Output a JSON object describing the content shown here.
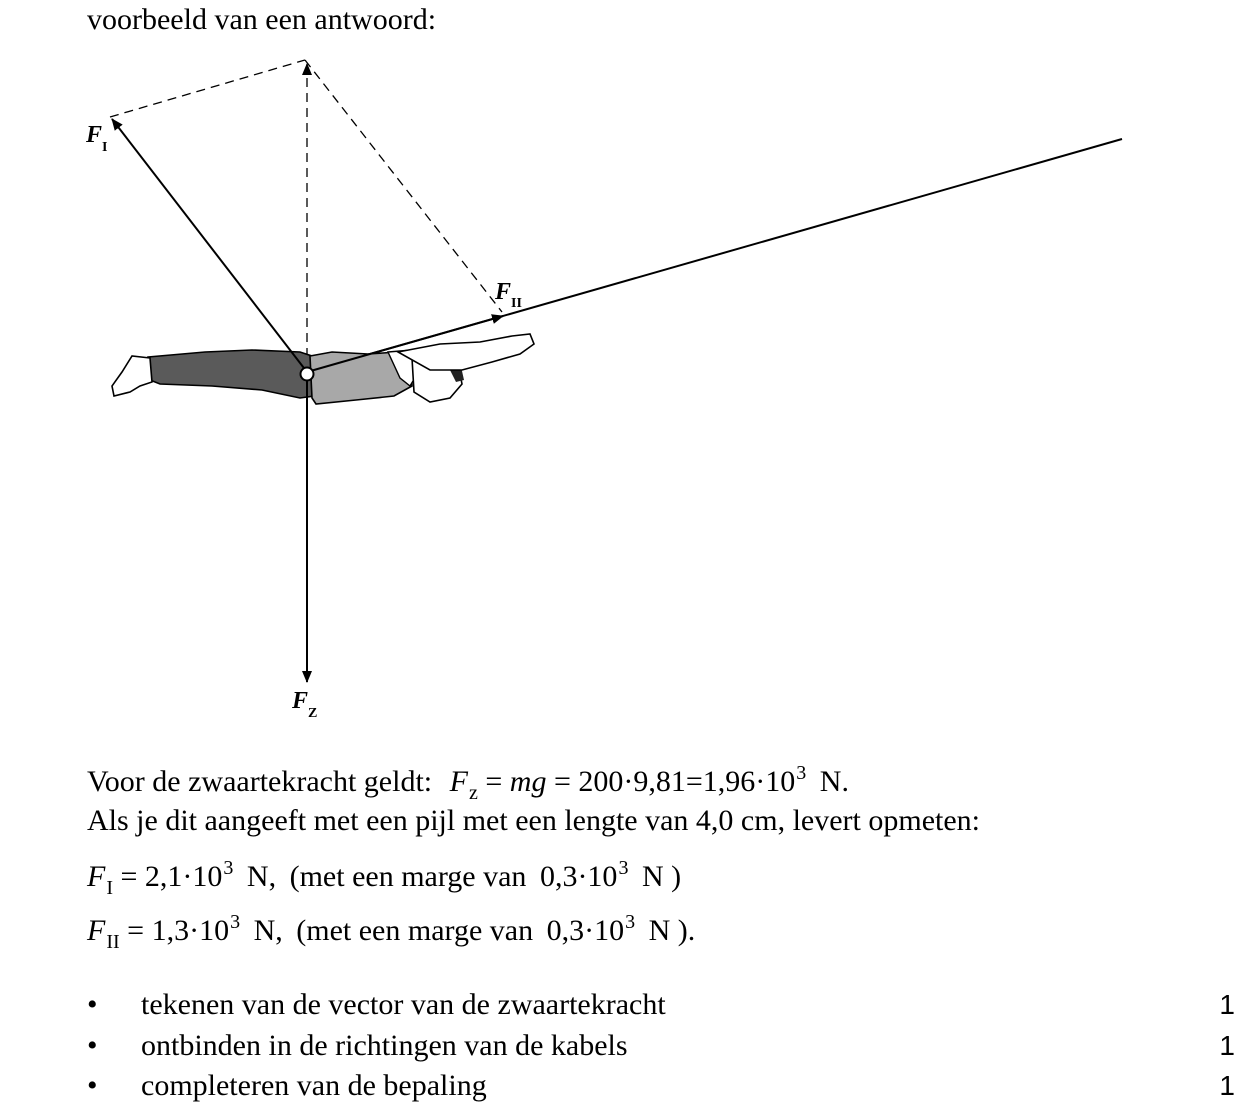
{
  "intro": "voorbeeld van een antwoord:",
  "diagram": {
    "labels": {
      "f1_main": "F",
      "f1_sub": "I",
      "f2_main": "F",
      "f2_sub": "II",
      "fz_main": "F",
      "fz_sub": "Z"
    }
  },
  "explanation": {
    "line1_text": "Voor de zwaartekracht geldt:",
    "line1_formula": {
      "F": "F",
      "sub": "z",
      "eq1": "=",
      "mg": "mg",
      "eq2": "=",
      "calc": "200·9,81",
      "eq3": "=",
      "result": "1,96·10",
      "exp": "3",
      "unit": "N."
    },
    "line2": "Als je dit aangeeft met een pijl met een lengte van 4,0 cm, levert opmeten:",
    "line3": {
      "F": "F",
      "sub": "I",
      "value": "= 2,1·10",
      "exp": "3",
      "unit": "N,",
      "margin_text": "(met een marge van",
      "margin_value": "0,3·10",
      "margin_exp": "3",
      "margin_unit": "N )"
    },
    "line4": {
      "F": "F",
      "sub": "II",
      "value": "= 1,3·10",
      "exp": "3",
      "unit": "N,",
      "margin_text": "(met een marge van",
      "margin_value": "0,3·10",
      "margin_exp": "3",
      "margin_unit": "N )."
    }
  },
  "scoring": [
    {
      "bullet": "•",
      "text": "tekenen van de vector van de zwaartekracht",
      "score": "1"
    },
    {
      "bullet": "•",
      "text": "ontbinden in de richtingen van de kabels",
      "score": "1"
    },
    {
      "bullet": "•",
      "text": "completeren van de bepaling",
      "score": "1"
    }
  ]
}
